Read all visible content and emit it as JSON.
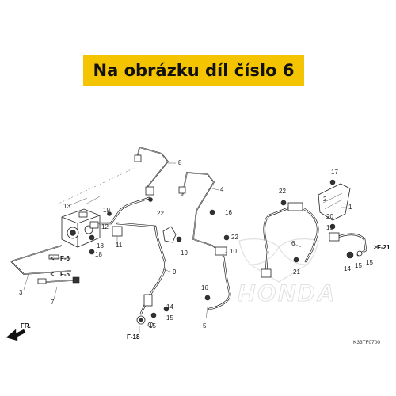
{
  "banner": {
    "text": "Na obrázku díl číslo 6",
    "color": "#f5c400"
  },
  "diagram": {
    "labels": {
      "n1": "1",
      "n2": "2",
      "n3": "3",
      "n4": "4",
      "n5": "5",
      "n6": "6",
      "n7": "7",
      "n8": "8",
      "n9": "9",
      "n10": "10",
      "n11": "11",
      "n12": "12",
      "n13": "13",
      "n14a": "14",
      "n14b": "14",
      "n15a": "15",
      "n15b": "15",
      "n16a": "16",
      "n16b": "16",
      "n17": "17",
      "n18": "18",
      "n19a": "19",
      "n19b": "19",
      "n20": "20",
      "n21": "21",
      "n22a": "22",
      "n22b": "22"
    },
    "refs": {
      "f6": "F-6",
      "f5": "F-5",
      "f18": "F-18",
      "f21": "F-21"
    },
    "front_arrow": "FR.",
    "watermark": "HONDA",
    "code": "K33TF0700"
  }
}
